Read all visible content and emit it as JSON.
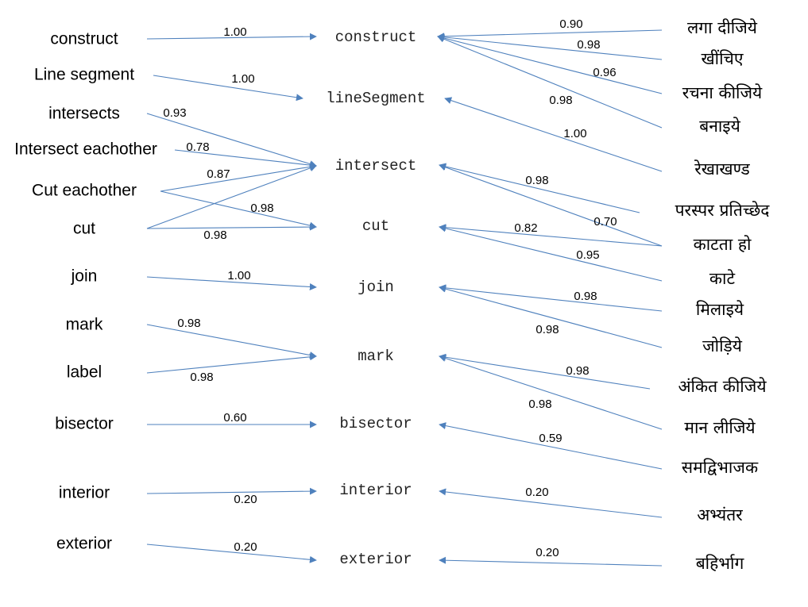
{
  "english_terms": [
    "construct",
    "Line segment",
    "intersects",
    "Intersect eachother",
    "Cut eachother",
    "cut",
    "join",
    "mark",
    "label",
    "bisector",
    "interior",
    "exterior"
  ],
  "concepts": [
    "construct",
    "lineSegment",
    "intersect",
    "cut",
    "join",
    "mark",
    "bisector",
    "interior",
    "exterior"
  ],
  "hindi_terms": [
    "लगा दीजिये",
    "खींचिए",
    "रचना कीजिये",
    "बनाइये",
    "रेखाखण्ड",
    "परस्पर प्रतिच्छेद",
    "काटता हो",
    "काटे",
    "मिलाइये",
    "जोड़िये",
    "अंकित कीजिये",
    "मान लीजिये",
    "समद्विभाजक",
    "अभ्यंतर",
    "बहिर्भाग"
  ],
  "english_links": [
    {
      "from": 0,
      "to": 0,
      "weight": "1.00"
    },
    {
      "from": 1,
      "to": 1,
      "weight": "1.00"
    },
    {
      "from": 2,
      "to": 2,
      "weight": "0.93"
    },
    {
      "from": 3,
      "to": 2,
      "weight": "0.78"
    },
    {
      "from": 4,
      "to": 2,
      "weight": "0.87"
    },
    {
      "from": 4,
      "to": 3,
      "weight": "0.98"
    },
    {
      "from": 5,
      "to": 2,
      "weight": ""
    },
    {
      "from": 5,
      "to": 3,
      "weight": "0.98"
    },
    {
      "from": 6,
      "to": 4,
      "weight": "1.00"
    },
    {
      "from": 7,
      "to": 5,
      "weight": "0.98"
    },
    {
      "from": 8,
      "to": 5,
      "weight": "0.98"
    },
    {
      "from": 9,
      "to": 6,
      "weight": "0.60"
    },
    {
      "from": 10,
      "to": 7,
      "weight": "0.20"
    },
    {
      "from": 11,
      "to": 8,
      "weight": "0.20"
    }
  ],
  "hindi_links": [
    {
      "from": 0,
      "to": 0,
      "weight": "0.90"
    },
    {
      "from": 1,
      "to": 0,
      "weight": "0.98"
    },
    {
      "from": 2,
      "to": 0,
      "weight": "0.96"
    },
    {
      "from": 3,
      "to": 0,
      "weight": "0.98"
    },
    {
      "from": 4,
      "to": 1,
      "weight": "1.00"
    },
    {
      "from": 5,
      "to": 2,
      "weight": "0.98"
    },
    {
      "from": 6,
      "to": 2,
      "weight": "0.70"
    },
    {
      "from": 6,
      "to": 3,
      "weight": "0.82"
    },
    {
      "from": 7,
      "to": 3,
      "weight": "0.95"
    },
    {
      "from": 8,
      "to": 4,
      "weight": "0.98"
    },
    {
      "from": 9,
      "to": 4,
      "weight": "0.98"
    },
    {
      "from": 10,
      "to": 5,
      "weight": "0.98"
    },
    {
      "from": 11,
      "to": 5,
      "weight": "0.98"
    },
    {
      "from": 12,
      "to": 6,
      "weight": "0.59"
    },
    {
      "from": 13,
      "to": 7,
      "weight": "0.20"
    },
    {
      "from": 14,
      "to": 8,
      "weight": "0.20"
    }
  ],
  "colors": {
    "edge": "#4f81bd",
    "text": "#000000"
  }
}
